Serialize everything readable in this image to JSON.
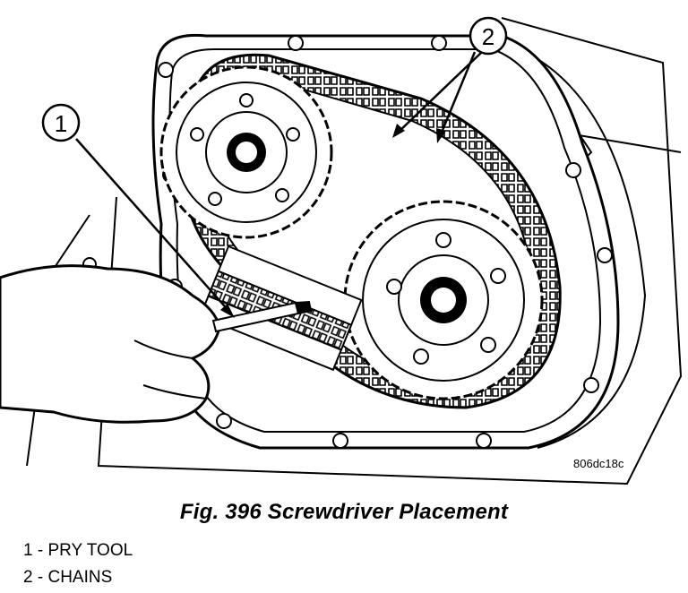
{
  "figure": {
    "callout_1": "1",
    "callout_2": "2",
    "image_code": "806dc18c",
    "caption": "Fig. 396 Screwdriver Placement"
  },
  "legend": [
    {
      "num": "1",
      "sep": " - ",
      "label": "PRY TOOL"
    },
    {
      "num": "2",
      "sep": " - ",
      "label": "CHAINS"
    }
  ]
}
